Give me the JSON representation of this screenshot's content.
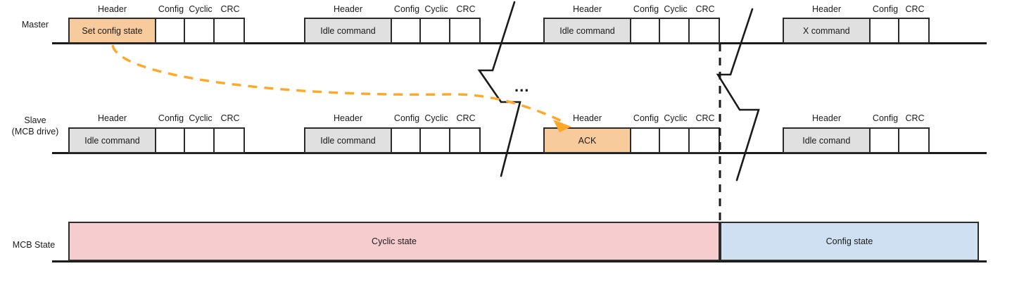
{
  "rows": {
    "master": {
      "label": "Master"
    },
    "slave": {
      "label_line1": "Slave",
      "label_line2": "(MCB drive)"
    },
    "state": {
      "label": "MCB State"
    }
  },
  "captions": {
    "header": "Header",
    "config": "Config",
    "cyclic": "Cyclic",
    "crc": "CRC"
  },
  "master_frames": [
    {
      "header": "Set config state",
      "header_style": "orange",
      "captions": [
        "Header",
        "Config",
        "Cyclic",
        "CRC"
      ]
    },
    {
      "header": "Idle command",
      "header_style": "grey",
      "captions": [
        "Header",
        "Config",
        "Cyclic",
        "CRC"
      ]
    },
    {
      "header": "Idle command",
      "header_style": "grey",
      "captions": [
        "Header",
        "Config",
        "Cyclic",
        "CRC"
      ]
    },
    {
      "header": "X command",
      "header_style": "grey",
      "captions": [
        "Header",
        "Config",
        "CRC"
      ]
    }
  ],
  "slave_frames": [
    {
      "header": "Idle command",
      "header_style": "grey",
      "captions": [
        "Header",
        "Config",
        "Cyclic",
        "CRC"
      ]
    },
    {
      "header": "Idle command",
      "header_style": "grey",
      "captions": [
        "Header",
        "Config",
        "Cyclic",
        "CRC"
      ]
    },
    {
      "header": "ACK",
      "header_style": "orange",
      "captions": [
        "Header",
        "Config",
        "Cyclic",
        "CRC"
      ]
    },
    {
      "header": "Idle comand",
      "header_style": "grey",
      "captions": [
        "Header",
        "Config",
        "CRC"
      ]
    }
  ],
  "states": [
    {
      "label": "Cyclic state",
      "style": "cyclic"
    },
    {
      "label": "Config state",
      "style": "config"
    }
  ],
  "ellipsis": "...",
  "colors": {
    "highlight_orange": "#f8cb9c",
    "header_grey": "#e0e0e0",
    "cyclic_pink": "#f6ccce",
    "config_blue": "#cfe0f2",
    "arrow_orange": "#ffa726",
    "line_black": "#1a1a1a"
  }
}
